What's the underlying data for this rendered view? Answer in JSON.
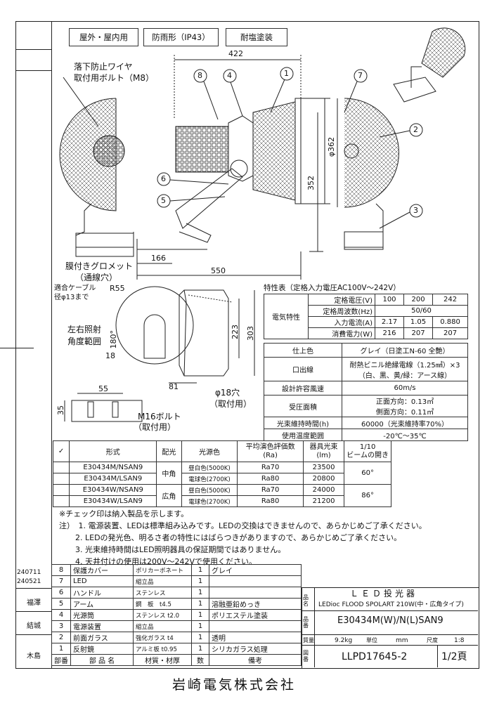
{
  "tags": [
    "屋外・屋内用",
    "防雨形（IP43）",
    "耐塩塗装"
  ],
  "drawing": {
    "callout_numbers": [
      "8",
      "4",
      "1",
      "7",
      "2",
      "6",
      "5",
      "3"
    ],
    "dims": {
      "width_top": "422",
      "diameter": "φ362",
      "height": "352",
      "base_offset": "166",
      "base_length": "550",
      "angle_radius": "R55",
      "angle_180": "180°",
      "angle_18": "18",
      "height_223": "223",
      "height_303": "303",
      "width_81": "81",
      "hole": "φ18穴",
      "hole_note": "（取付用）",
      "width_55": "55",
      "height_35": "35",
      "bolt": "M16ボルト",
      "bolt_note": "（取付用）"
    },
    "labels": {
      "fall_wire_1": "落下防止ワイヤ",
      "fall_wire_2": "取付用ボルト（M8）",
      "grommet_1": "膜付きグロメット",
      "grommet_2": "（通線穴）",
      "cable_1": "適合ケーブル",
      "cable_2": "径φ13まで",
      "rotation_1": "左右照射",
      "rotation_2": "角度範囲"
    }
  },
  "specs": {
    "title": "特性表（定格入力電圧AC100V～242V）",
    "electrical_label": "電気特性",
    "rows": [
      {
        "name": "定格電圧(V)",
        "v1": "100",
        "v2": "200",
        "v3": "242"
      },
      {
        "name": "定格周波数(Hz)",
        "merged": "50/60"
      },
      {
        "name": "入力電流(A)",
        "v1": "2.17",
        "v2": "1.05",
        "v3": "0.880"
      },
      {
        "name": "消費電力(W)",
        "v1": "216",
        "v2": "207",
        "v3": "207"
      }
    ],
    "finish_label": "仕上色",
    "finish_value": "グレイ（日塗工N-60 全艶）",
    "outlet_label": "口出線",
    "outlet_value_1": "耐熱ビニル絶縁電線（1.25㎟）×3",
    "outlet_value_2": "（白、黒、黄/緑：アース線）",
    "wind_label": "設計許容風速",
    "wind_value": "60m/s",
    "pressure_label": "受圧面積",
    "pressure_value_1": "正面方向：0.13㎡",
    "pressure_value_2": "側面方向：0.11㎡",
    "life_label": "光束維持時間(h)",
    "life_value": "60000（光束維持率70%）",
    "temp_label": "使用温度範囲",
    "temp_value": "-20℃～35℃"
  },
  "models": {
    "check_mark": "✓",
    "headers": [
      "形式",
      "配光",
      "光源色",
      "平均演色評価数",
      "(Ra)",
      "器具光束",
      "(lm)",
      "1/10",
      "ビームの開き"
    ],
    "rows": [
      {
        "model": "E30434M/NSAN9",
        "color": "昼白色(5000K)",
        "ra": "Ra70",
        "lm": "23500"
      },
      {
        "model": "E30434M/LSAN9",
        "color": "電球色(2700K)",
        "ra": "Ra80",
        "lm": "20800"
      },
      {
        "model": "E30434W/NSAN9",
        "color": "昼白色(5000K)",
        "ra": "Ra70",
        "lm": "24000"
      },
      {
        "model": "E30434W/LSAN9",
        "color": "電球色(2700K)",
        "ra": "Ra80",
        "lm": "21200"
      }
    ],
    "dist_medium": "中角",
    "dist_wide": "広角",
    "beam_medium": "60°",
    "beam_wide": "86°"
  },
  "notes": [
    "※チェック印は納入製品を示します。",
    "注）　1. 電源装置、LEDは標準組み込みです。LEDの交換はできませんので、あらかじめご了承ください。",
    "2. LEDの発光色、明るさ者の特性にはばらつきがありますので、あらかじめご了承ください。",
    "3. 光束維持時間はLED照明器具の保証期間ではありません。",
    "4. 天井付けの使用は200V～242Vで使用ください。"
  ],
  "revisions": [
    {
      "date": "240711",
      "name": ""
    },
    {
      "date": "240521",
      "name": ""
    },
    {
      "date": "",
      "name": "福澤"
    },
    {
      "date": "",
      "name": "結城"
    },
    {
      "date": "",
      "name": "木島"
    }
  ],
  "parts": [
    {
      "no": "8",
      "name": "保護カバー",
      "material": "ポリカーボネート",
      "qty": "1",
      "remark": "グレイ"
    },
    {
      "no": "7",
      "name": "LED",
      "material": "組立品",
      "qty": "1",
      "remark": ""
    },
    {
      "no": "6",
      "name": "ハンドル",
      "material": "ステンレス",
      "qty": "1",
      "remark": ""
    },
    {
      "no": "5",
      "name": "アーム",
      "material": "鋼　板　t4.5",
      "qty": "1",
      "remark": "溶融亜鉛めっき"
    },
    {
      "no": "4",
      "name": "光源筒",
      "material": "ステンレス t2.0",
      "qty": "1",
      "remark": "ポリエステル塗装"
    },
    {
      "no": "3",
      "name": "電源装置",
      "material": "組立品",
      "qty": "1",
      "remark": ""
    },
    {
      "no": "2",
      "name": "前面ガラス",
      "material": "強化ガラス t4",
      "qty": "1",
      "remark": "透明"
    },
    {
      "no": "1",
      "name": "反射鏡",
      "material": "アルミ板 t0.95",
      "qty": "1",
      "remark": "シリカガラス処理"
    }
  ],
  "parts_header": {
    "no": "部番",
    "name": "部 品 名",
    "material": "材質・材厚",
    "qty": "数",
    "remark": "備考"
  },
  "title_block": {
    "product_label": "品名",
    "product_name": "ＬＥＤ投光器",
    "product_sub": "LEDioc FLOOD SPOLART 210W(中・広角タイプ)",
    "model_label": "品番",
    "model": "E30434M(W)/N(L)SAN9",
    "weight_label": "質量",
    "weight": "9.2kg",
    "unit_label": "単位",
    "unit": "mm",
    "scale_label": "尺度",
    "scale": "1:8",
    "drawing_label": "図番",
    "drawing_no": "LLPD17645-2",
    "page": "1/2頁"
  },
  "company": "岩崎電気株式会社"
}
